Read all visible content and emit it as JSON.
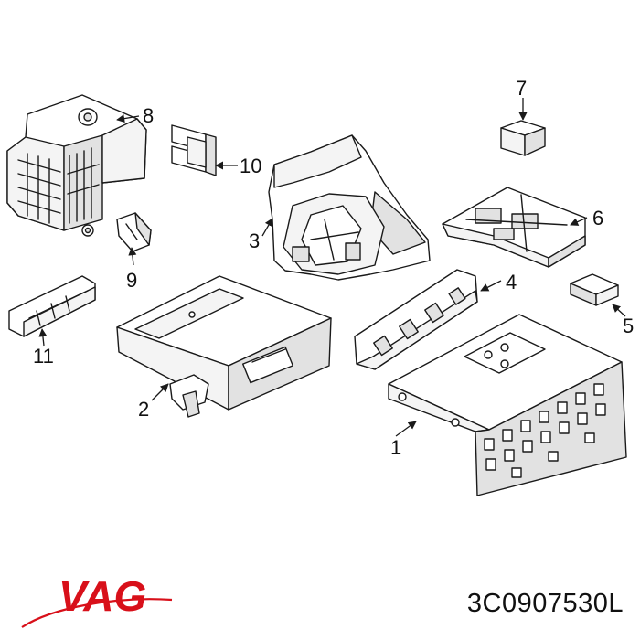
{
  "callouts": [
    "1",
    "2",
    "3",
    "4",
    "5",
    "6",
    "7",
    "8",
    "9",
    "10",
    "11"
  ],
  "brand": {
    "logo_text": "VAG",
    "color": "#d8101a"
  },
  "part_number": "3C0907530L"
}
